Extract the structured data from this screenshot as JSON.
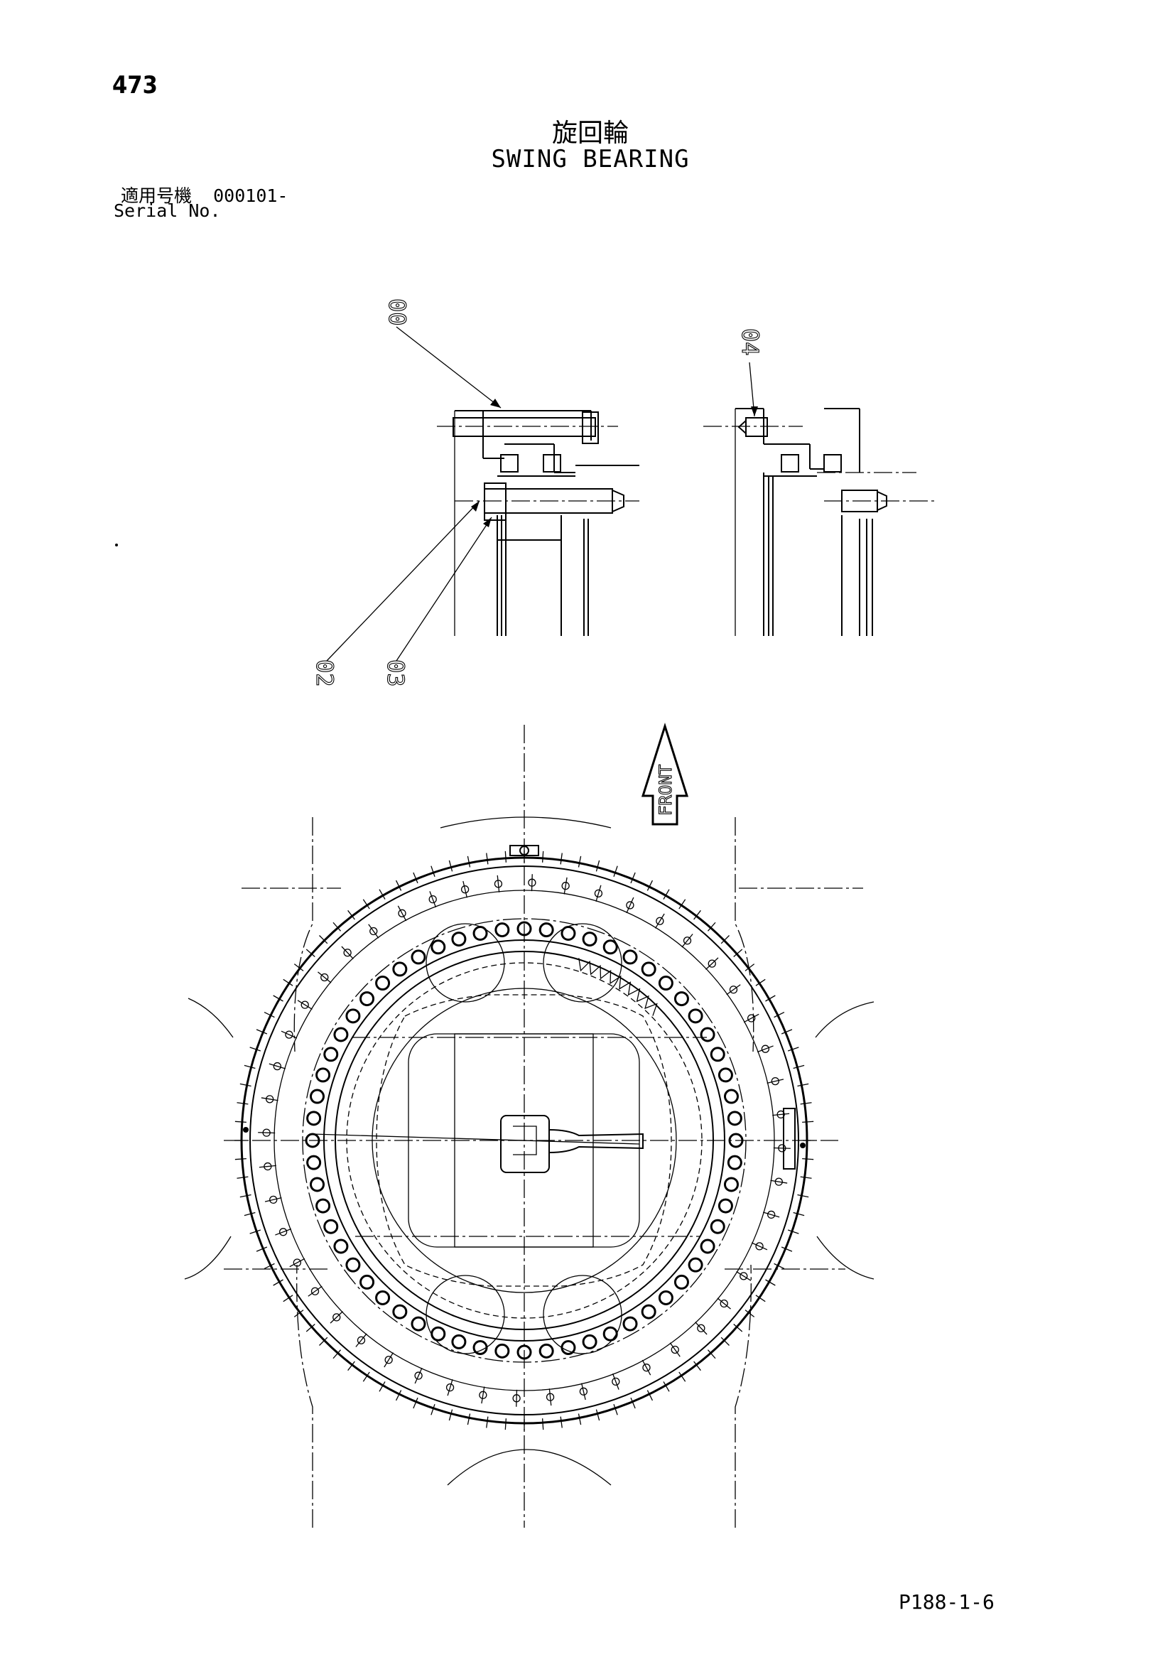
{
  "page_number": "473",
  "title_jp": "旋回輪",
  "title_en": "SWING BEARING",
  "serial_label_jp": "適用号機",
  "serial_value": "000101-",
  "serial_label_en": "Serial No.",
  "part_labels": [
    "00",
    "02",
    "03",
    "04"
  ],
  "front_label": "FRONT",
  "drawing_code": "P188-1-6"
}
